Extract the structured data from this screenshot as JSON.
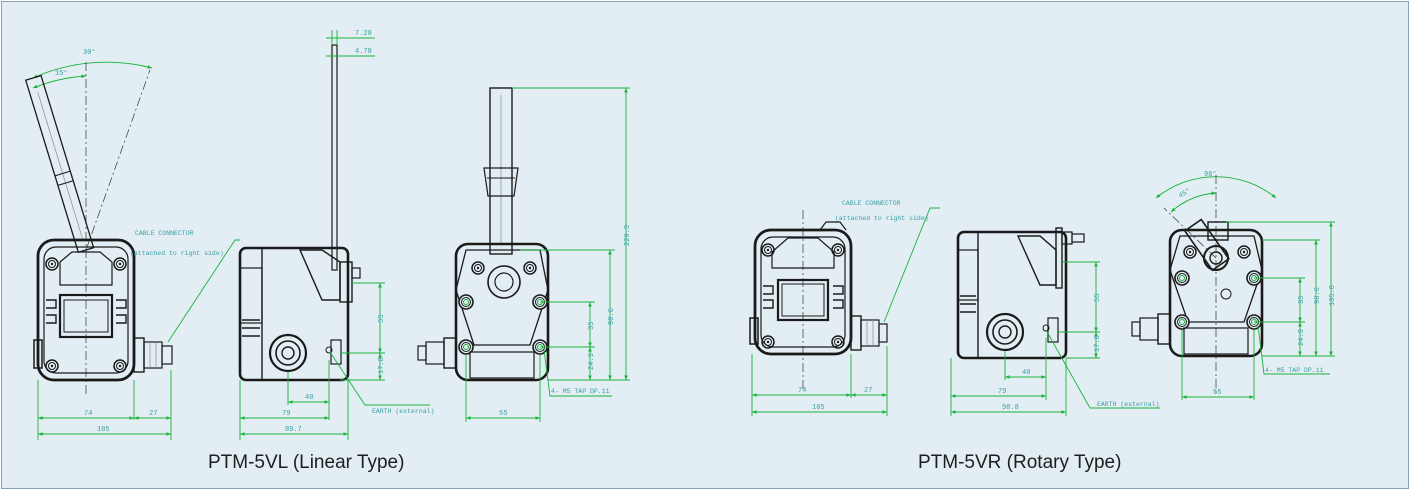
{
  "captions": {
    "left": "PTM-5VL (Linear Type)",
    "right": "PTM-5VR (Rotary Type)"
  },
  "left_front": {
    "angle_outer": "30°",
    "angle_inner": "15°",
    "dim_width": "74",
    "dim_gland": "27",
    "dim_total": "105",
    "note_line1": "CABLE CONNECTOR",
    "note_line2": "(attached to right side)"
  },
  "left_side": {
    "dim_top1": "7.28",
    "dim_top2": "4.78",
    "dim_55": "55",
    "dim_17_8": "17.8",
    "dim_40": "40",
    "dim_79": "79",
    "dim_total": "89.7",
    "earth": "EARTH (external)"
  },
  "left_back": {
    "dim_height": "220.3",
    "dim_98_6": "98.6",
    "dim_35": "35",
    "dim_24_3": "24.3",
    "dim_55": "55",
    "tap": "4- M5 TAP DP.11"
  },
  "right_front": {
    "dim_width": "74",
    "dim_gland": "27",
    "dim_total": "105",
    "note_line1": "CABLE CONNECTOR",
    "note_line2": "(attached to right side)"
  },
  "right_side": {
    "dim_55": "55",
    "dim_17_8": "17.8",
    "dim_40": "40",
    "dim_79": "79",
    "dim_total": "98.8",
    "earth": "EARTH (external)"
  },
  "right_back": {
    "angle_outer": "90°",
    "angle_inner": "45°",
    "dim_105_8": "105.8",
    "dim_98_6": "98.6",
    "dim_35": "35",
    "dim_24_3": "24.3",
    "dim_55": "55",
    "tap": "4- M5 TAP DP.11"
  }
}
